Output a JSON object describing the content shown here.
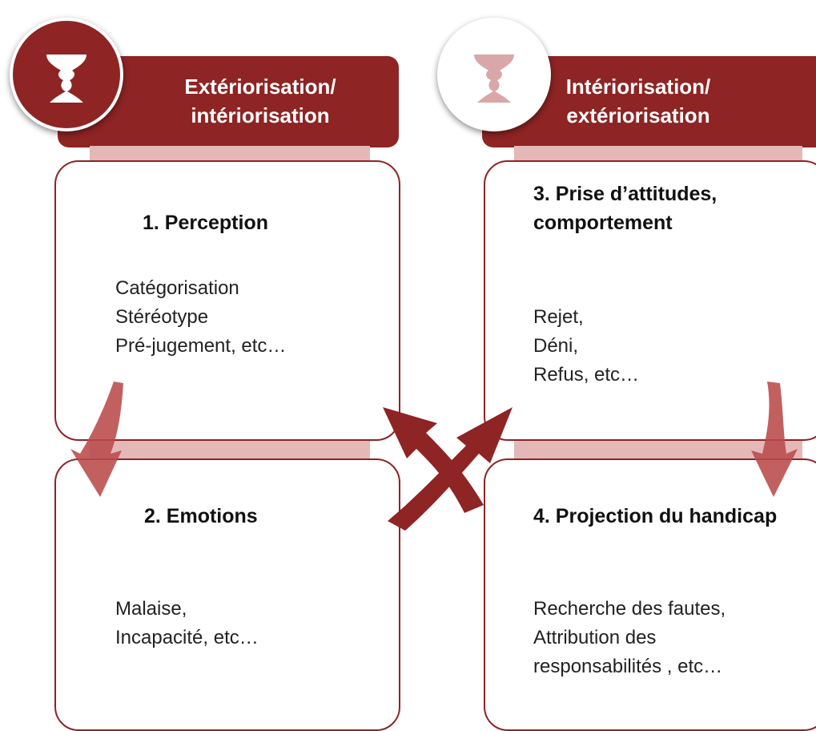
{
  "colors": {
    "primary": "#8e2424",
    "strip": "#e5b8b8",
    "arrow": "#b94a4a"
  },
  "left": {
    "header": "Extériorisation/\nintériorisation",
    "icon": "rubin-vase-icon",
    "cards": [
      {
        "number_title": "1. Perception",
        "items": [
          "Catégorisation",
          "Stéréotype",
          "Pré-jugement, etc…"
        ]
      },
      {
        "number_title": "2. Emotions",
        "items": [
          "Malaise,",
          "Incapacité, etc…"
        ]
      }
    ]
  },
  "right": {
    "header": "Intériorisation/\nextériorisation",
    "icon": "rubin-vase-icon",
    "cards": [
      {
        "number_title": "3. Prise d’attitudes,\ncomportement",
        "items": [
          "Rejet,",
          "Déni,",
          "Refus, etc…"
        ]
      },
      {
        "number_title": "4. Projection du handicap",
        "items": [
          "Recherche des fautes,",
          "Attribution des",
          "responsabilités , etc…"
        ]
      }
    ]
  }
}
